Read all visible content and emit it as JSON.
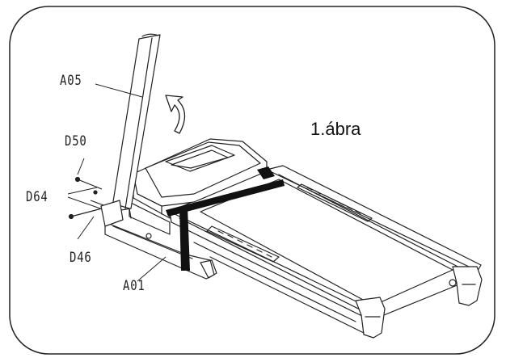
{
  "figure": {
    "caption": "1.ábra",
    "labels": {
      "upright_tube": "A05",
      "bolt_top": "D50",
      "washer": "D64",
      "bolt_bottom": "D46",
      "base_frame": "A01"
    }
  }
}
